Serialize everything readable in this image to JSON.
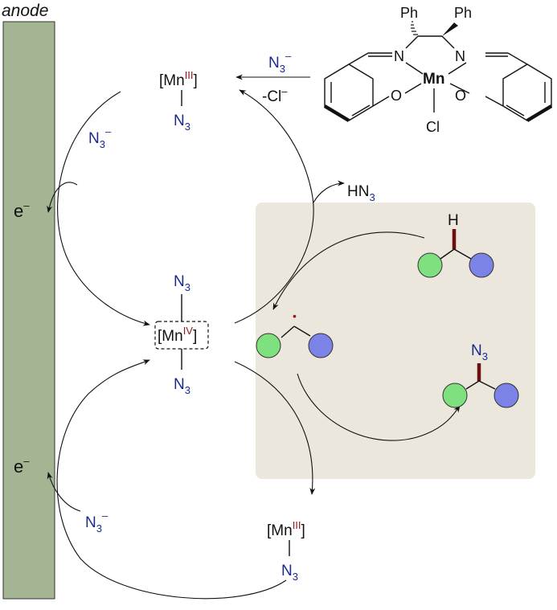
{
  "electrode": {
    "label": "anode",
    "color": "#a3b592"
  },
  "panel": {
    "color": "#ece7dd"
  },
  "catalyst": {
    "ph_left": "Ph",
    "ph_right": "Ph",
    "n_left": "N",
    "n_right": "N",
    "metal": "Mn",
    "o_left": "O",
    "o_right": "O",
    "cl": "Cl"
  },
  "top_arrow": {
    "reagent_main": "N",
    "reagent_sub": "3",
    "reagent_sup": "–",
    "loss_main": "-Cl",
    "loss_sup": "–"
  },
  "mn3_top": {
    "prefix": "[Mn",
    "ox": "III",
    "suffix": "]",
    "ligand_main": "N",
    "ligand_sub": "3"
  },
  "mn4": {
    "prefix": "[Mn",
    "ox": "IV",
    "suffix": "]",
    "top_main": "N",
    "top_sub": "3",
    "bottom_main": "N",
    "bottom_sub": "3"
  },
  "mn3_bottom": {
    "prefix": "[Mn",
    "ox": "III",
    "suffix": "]",
    "ligand_main": "N",
    "ligand_sub": "3"
  },
  "left_upper": {
    "electron": "e",
    "electron_sup": "–",
    "azide_main": "N",
    "azide_sub": "3",
    "azide_sup": "–"
  },
  "left_lower": {
    "electron": "e",
    "electron_sup": "–",
    "azide_main": "N",
    "azide_sub": "3",
    "azide_sup": "–"
  },
  "hn3": {
    "main": "HN",
    "sub": "3"
  },
  "substrate": {
    "h": "H",
    "n3_main": "N",
    "n3_sub": "3",
    "radical_dot": "•"
  },
  "colors": {
    "green": "#7fe07f",
    "blue": "#7b83e6",
    "azide_text": "#1a2a8c",
    "ox_state": "#8b1a1a",
    "bond_red": "#6b0f0f"
  }
}
